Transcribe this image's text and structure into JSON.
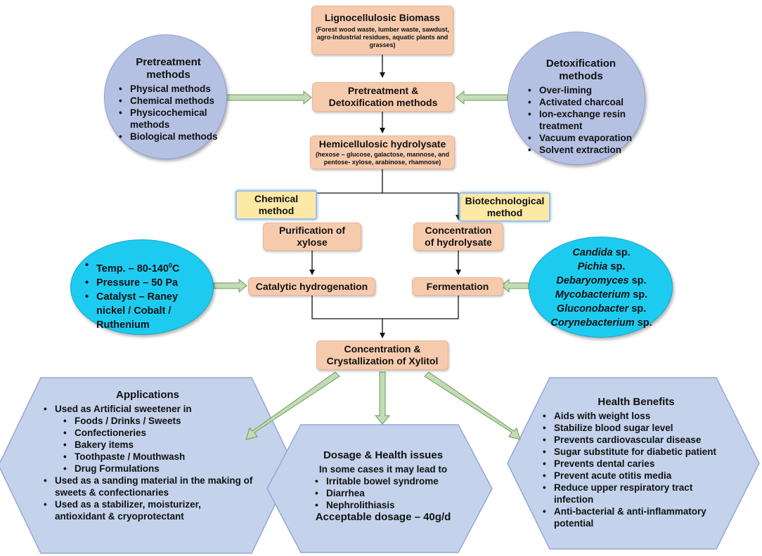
{
  "colors": {
    "box_fill": "#f6cbad",
    "ellipse_grey": "#b5c1e3",
    "ellipse_cyan": "#1ecbf0",
    "hexagon_fill": "#c4d2eb",
    "label_yellow": "#fde9a6",
    "arrow_green": "#c3dcb5"
  },
  "biomass": {
    "title": "Lignocellulosic Biomass",
    "subtitle": "(Forest wood waste, lumber waste, sawdust, agro-Industrial residues, aquatic plants and grasses)"
  },
  "pretreatment_box": {
    "line1": "Pretreatment &",
    "line2": "Detoxification methods"
  },
  "hydrolysate": {
    "title": "Hemicellulosic hydrolysate",
    "subtitle": "(hexose – glucose, galactose, mannose, and pentose- xylose, arabinose, rhamnose)"
  },
  "pretreatment_methods": {
    "title_line1": "Pretreatment",
    "title_line2": "methods",
    "items": [
      "Physical methods",
      "Chemical methods",
      "Physicochemical methods",
      "Biological methods"
    ]
  },
  "detox_methods": {
    "title_line1": "Detoxification",
    "title_line2": "methods",
    "items": [
      "Over-liming",
      "Activated charcoal",
      "Ion-exchange resin treatment",
      "Vacuum evaporation",
      "Solvent extraction"
    ]
  },
  "chemical_label": {
    "line1": "Chemical",
    "line2": "method"
  },
  "biotech_label": {
    "line1": "Biotechnological",
    "line2": "method"
  },
  "purification": {
    "line1": "Purification of",
    "line2": "xylose"
  },
  "concentration_hydrolysate": {
    "line1": "Concentration",
    "line2": "of hydrolysate"
  },
  "catalytic": {
    "label": "Catalytic hydrogenation"
  },
  "fermentation": {
    "label": "Fermentation"
  },
  "conditions": {
    "temp_prefix": "Temp. – 80-140",
    "temp_sup": "0",
    "temp_suffix": "C",
    "pressure": "Pressure – 50 Pa",
    "catalyst": "Catalyst – Raney nickel / Cobalt / Ruthenium"
  },
  "organisms": [
    {
      "genus": "Candida",
      "suffix": " sp."
    },
    {
      "genus": "Pichia",
      "suffix": " sp."
    },
    {
      "genus": "Debaryomyces",
      "suffix": " sp."
    },
    {
      "genus": "Mycobacterium",
      "suffix": " sp."
    },
    {
      "genus": "Gluconobacter",
      "suffix": " sp."
    },
    {
      "genus": "Corynebacterium",
      "suffix": " sp."
    }
  ],
  "crystallization": {
    "line1": "Concentration &",
    "line2": "Crystallization of Xylitol"
  },
  "applications": {
    "title": "Applications",
    "item1": "Used as Artificial sweetener in",
    "sub_items": [
      "Foods / Drinks / Sweets",
      "Confectioneries",
      "Bakery items",
      "Toothpaste / Mouthwash",
      "Drug Formulations"
    ],
    "item2": "Used as a sanding material in the making of sweets & confectionaries",
    "item3": "Used as a stabilizer, moisturizer, antioxidant & cryoprotectant"
  },
  "dosage": {
    "title": "Dosage & Health issues",
    "intro": "In some cases it may lead to",
    "items": [
      "Irritable bowel syndrome",
      "Diarrhea",
      "Nephrolithiasis"
    ],
    "acceptable": "Acceptable dosage – 40g/d"
  },
  "health": {
    "title": "Health Benefits",
    "items": [
      "Aids with weight loss",
      "Stabilize blood sugar level",
      "Prevents cardiovascular disease",
      "Sugar substitute for diabetic patient",
      "Prevents dental caries",
      "Prevent acute otitis media",
      "Reduce upper respiratory tract infection",
      "Anti-bacterial & anti-inflammatory potential"
    ]
  }
}
